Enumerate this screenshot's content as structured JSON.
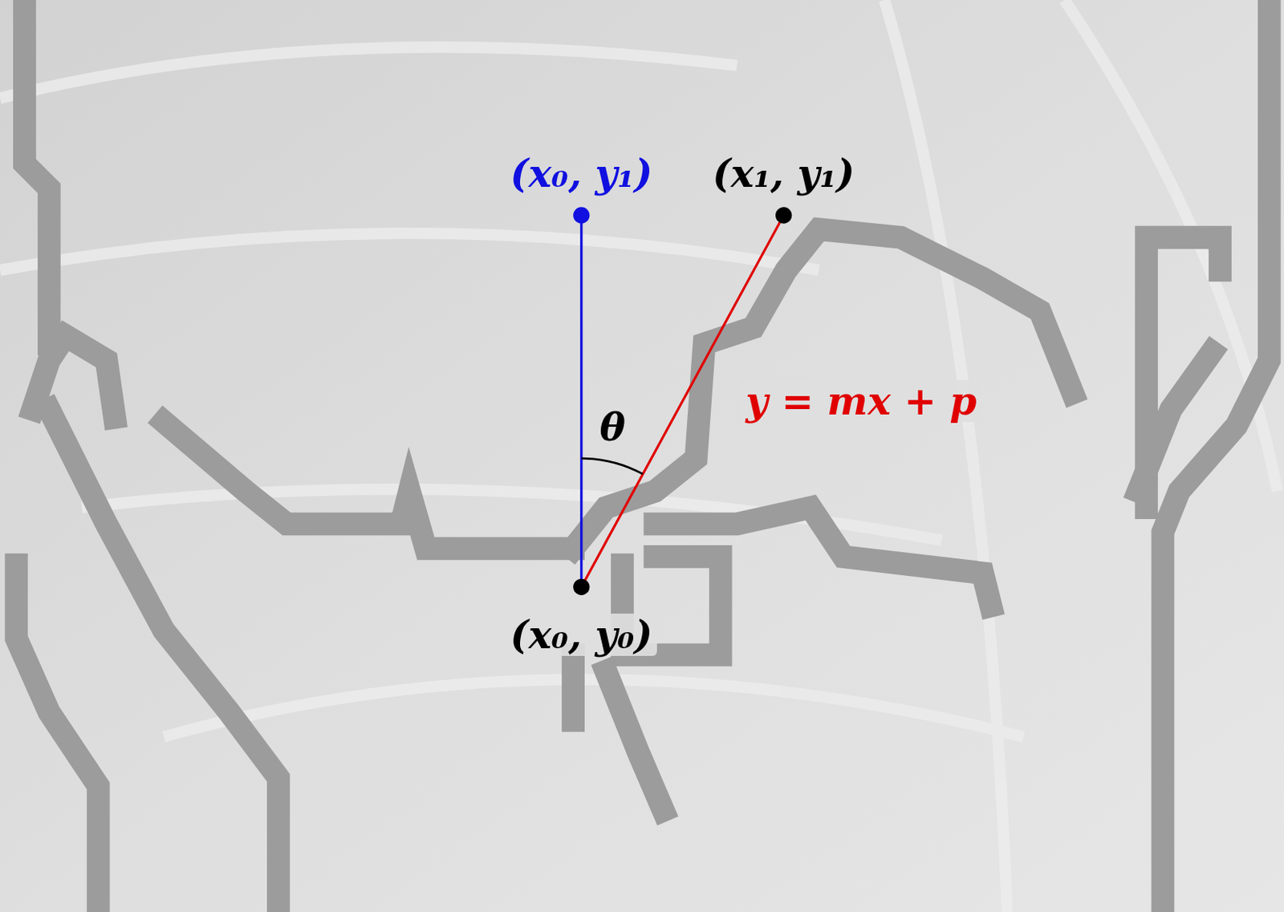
{
  "diagram": {
    "labels": [
      "(x₀, y₁)",
      "(x₁, y₁)",
      "y = mx + p",
      "θ",
      "(x₀, y₀)"
    ]
  }
}
